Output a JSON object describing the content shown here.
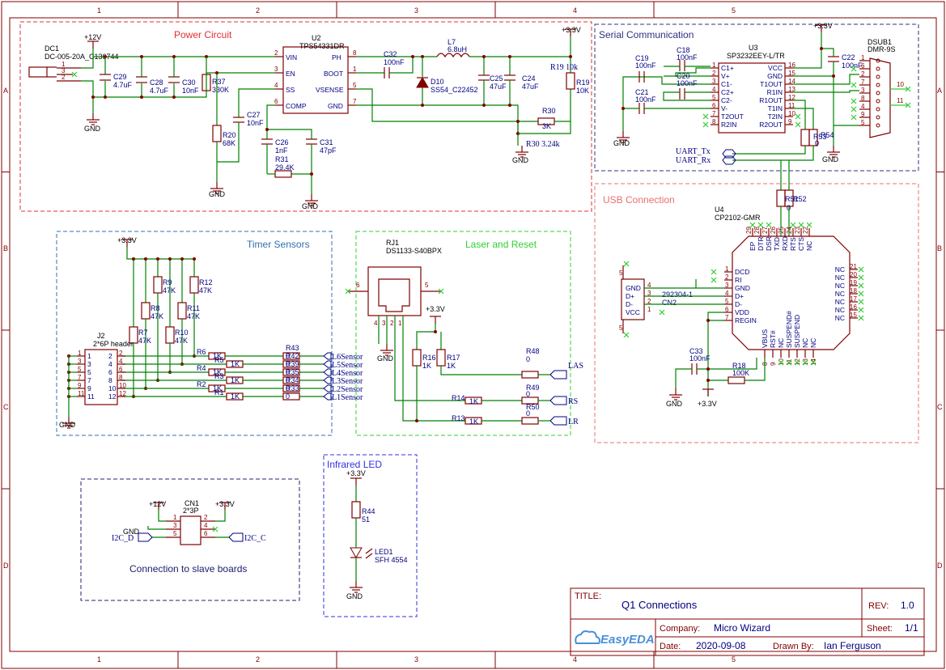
{
  "frame": {
    "columns": [
      "1",
      "2",
      "3",
      "4",
      "5"
    ],
    "rows": [
      "A",
      "B",
      "C",
      "D"
    ]
  },
  "blocks": {
    "power": {
      "title": "Power Circuit",
      "color": "#e03030"
    },
    "serial": {
      "title": "Serial Communication",
      "color": "#303080"
    },
    "usb": {
      "title": "USB Connection",
      "color": "#e87070"
    },
    "timer": {
      "title": "Timer Sensors",
      "color": "#3070b0"
    },
    "laser": {
      "title": "Laser and Reset",
      "color": "#30d030"
    },
    "infrared": {
      "title": "Infrared LED",
      "color": "#3030e0"
    },
    "slave": {
      "title": "Connection to slave boards",
      "color": "#202070"
    }
  },
  "power_parts": {
    "dc1_ref": "DC1",
    "dc1_val": "DC-005-20A_C136744",
    "v12": "+12V",
    "v33": "+3.3V",
    "u2_ref": "U2",
    "u2_val": "TPS54331DR",
    "u2_pins_left": [
      "VIN",
      "EN",
      "SS",
      "COMP"
    ],
    "u2_pins_right": [
      "PH",
      "BOOT",
      "VSENSE",
      "GND"
    ],
    "u2_nums_left": [
      "2",
      "3",
      "4",
      "6"
    ],
    "u2_nums_right": [
      "8",
      "1",
      "5",
      "7"
    ],
    "c29": "C29",
    "c29v": "4.7uF",
    "c28": "C28",
    "c28v": "4.7uF",
    "c30": "C30",
    "c30v": "10nF",
    "r37": "R37",
    "r37v": "330K",
    "r20": "R20",
    "r20v": "68K",
    "c27": "C27",
    "c27v": "10nF",
    "c26": "C26",
    "c26v": "1nF",
    "c31": "C31",
    "c31v": "47pF",
    "r31": "R31",
    "r31v": "29.4K",
    "c32": "C32",
    "c32v": "100nF",
    "l7": "L7",
    "l7v": "6.8uH",
    "d10": "D10",
    "d10v": "SS54_C22452",
    "c25": "C25",
    "c25v": "47uF",
    "c24": "C24",
    "c24v": "47uF",
    "r19": "R19",
    "r19v": "10K",
    "r19note": "R19 10k",
    "r30": "R30",
    "r30v": "3K",
    "r30note": "R30 3.24k",
    "gnd": "GND"
  },
  "serial_parts": {
    "u3_ref": "U3",
    "u3_val": "SP3232EEY-L/TR",
    "u3_left": [
      "C1+",
      "V+",
      "C1-",
      "C2+",
      "C2-",
      "V-",
      "T2OUT",
      "R2IN"
    ],
    "u3_left_nums": [
      "1",
      "2",
      "3",
      "4",
      "5",
      "6",
      "7",
      "8"
    ],
    "u3_right": [
      "VCC",
      "GND",
      "T1OUT",
      "R1IN",
      "R1OUT",
      "T1IN",
      "T2IN",
      "R2OUT"
    ],
    "u3_right_nums": [
      "16",
      "15",
      "14",
      "13",
      "12",
      "11",
      "10",
      "9"
    ],
    "c19": "C19",
    "c19v": "100nF",
    "c18": "C18",
    "c18v": "100nF",
    "c20": "C20",
    "c20v": "100nF",
    "c21": "C21",
    "c21v": "100nF",
    "c22": "C22",
    "c22v": "100nF",
    "dsub_ref": "DSUB1",
    "dsub_val": "DMR-9S",
    "dsub_pins": [
      "1",
      "6",
      "2",
      "7",
      "3",
      "8",
      "4",
      "9",
      "5"
    ],
    "dsub_extra": [
      "10",
      "11"
    ],
    "r53": "R53",
    "r54": "R54",
    "r_zero": "0",
    "uart_tx": "UART_Tx",
    "uart_rx": "UART_Rx"
  },
  "usb_parts": {
    "u4_ref": "U4",
    "u4_val": "CP2102-GMR",
    "top_pins": [
      "EP",
      "DTR",
      "DSR",
      "TXD",
      "RXD",
      "RTS",
      "CTS",
      "NC"
    ],
    "top_nums": [
      "29",
      "28",
      "27",
      "26",
      "25",
      "24",
      "23",
      "22"
    ],
    "left_pins": [
      "DCD",
      "RI",
      "GND",
      "D+",
      "D-",
      "VDD",
      "REGIN"
    ],
    "left_nums": [
      "1",
      "2",
      "3",
      "4",
      "5",
      "6",
      "7"
    ],
    "right_pins": [
      "NC",
      "NC",
      "NC",
      "NC",
      "NC",
      "NC",
      "NC"
    ],
    "right_nums": [
      "21",
      "20",
      "19",
      "18",
      "17",
      "16",
      "15"
    ],
    "bottom_pins": [
      "VBUS",
      "RST#",
      "NC",
      "SUSPEND#",
      "SUSPEND",
      "NC",
      "NC"
    ],
    "bottom_nums": [
      "8",
      "9",
      "10",
      "11",
      "12",
      "13",
      "14"
    ],
    "cn2_ref": "CN2",
    "cn2_val": "292304-1",
    "cn2_pins": [
      "GND",
      "D+",
      "D-",
      "VCC"
    ],
    "cn2_nums": [
      "4",
      "3",
      "2",
      "1"
    ],
    "cn2_shield": "5",
    "r51": "R51",
    "r52": "R52",
    "c33": "C33",
    "c33v": "100nF",
    "r18": "R18",
    "r18v": "100K"
  },
  "timer_parts": {
    "j2_ref": "J2",
    "j2_val": "2*6P header",
    "j2_left": [
      "1",
      "3",
      "5",
      "7",
      "9",
      "11"
    ],
    "j2_right": [
      "2",
      "4",
      "6",
      "8",
      "10",
      "12"
    ],
    "pullups": [
      {
        "ref": "R12",
        "val": "47K"
      },
      {
        "ref": "R11",
        "val": "47K"
      },
      {
        "ref": "R10",
        "val": "47K"
      },
      {
        "ref": "R9",
        "val": "47K"
      },
      {
        "ref": "R8",
        "val": "47K"
      },
      {
        "ref": "R7",
        "val": "47K"
      }
    ],
    "series": [
      {
        "ref": "R6",
        "val": "1K"
      },
      {
        "ref": "R5",
        "val": "1K"
      },
      {
        "ref": "R4",
        "val": "1K"
      },
      {
        "ref": "R3",
        "val": "1K"
      },
      {
        "ref": "R2",
        "val": "1K"
      },
      {
        "ref": "R1",
        "val": "1K"
      }
    ],
    "out_res": [
      {
        "ref": "R43",
        "val": "0"
      },
      {
        "ref": "R42",
        "val": "0"
      },
      {
        "ref": "R39",
        "val": "0"
      },
      {
        "ref": "R35",
        "val": "0"
      },
      {
        "ref": "R34",
        "val": "0"
      },
      {
        "ref": "R33",
        "val": "0"
      }
    ],
    "sensors": [
      "L6Sensor",
      "L5Sensor",
      "L4Sensor",
      "L3Sensor",
      "L2Sensor",
      "L1Sensor"
    ]
  },
  "laser_parts": {
    "rj1_ref": "RJ1",
    "rj1_val": "DS1133-S40BPX",
    "rj1_pins": [
      "6",
      "5",
      "4",
      "3",
      "2",
      "1"
    ],
    "r16": "R16",
    "r16v": "1K",
    "r17": "R17",
    "r17v": "1K",
    "r48": "R48",
    "r49": "R49",
    "r50": "R50",
    "zero": "0",
    "r14": "R14",
    "r14v": "1K",
    "r13": "R13",
    "r13v": "1K",
    "nets": [
      "LAS",
      "RS",
      "LR"
    ]
  },
  "ir_parts": {
    "r44": "R44",
    "r44v": "51",
    "led": "LED1",
    "ledv": "SFH 4554"
  },
  "slave_parts": {
    "cn1": "CN1",
    "cn1v": "2*3P",
    "left_nums": [
      "1",
      "3",
      "5"
    ],
    "right_nums": [
      "2",
      "4",
      "6"
    ],
    "i2c_d": "I2C_D",
    "i2c_c": "I2C_C"
  },
  "titleblock": {
    "title_label": "TITLE:",
    "title": "Q1 Connections",
    "rev_label": "REV:",
    "rev": "1.0",
    "company_label": "Company:",
    "company": "Micro Wizard",
    "sheet_label": "Sheet:",
    "sheet": "1/1",
    "date_label": "Date:",
    "date": "2020-09-08",
    "drawn_label": "Drawn By:",
    "drawn": "Ian Ferguson",
    "logo": "EasyEDA"
  }
}
